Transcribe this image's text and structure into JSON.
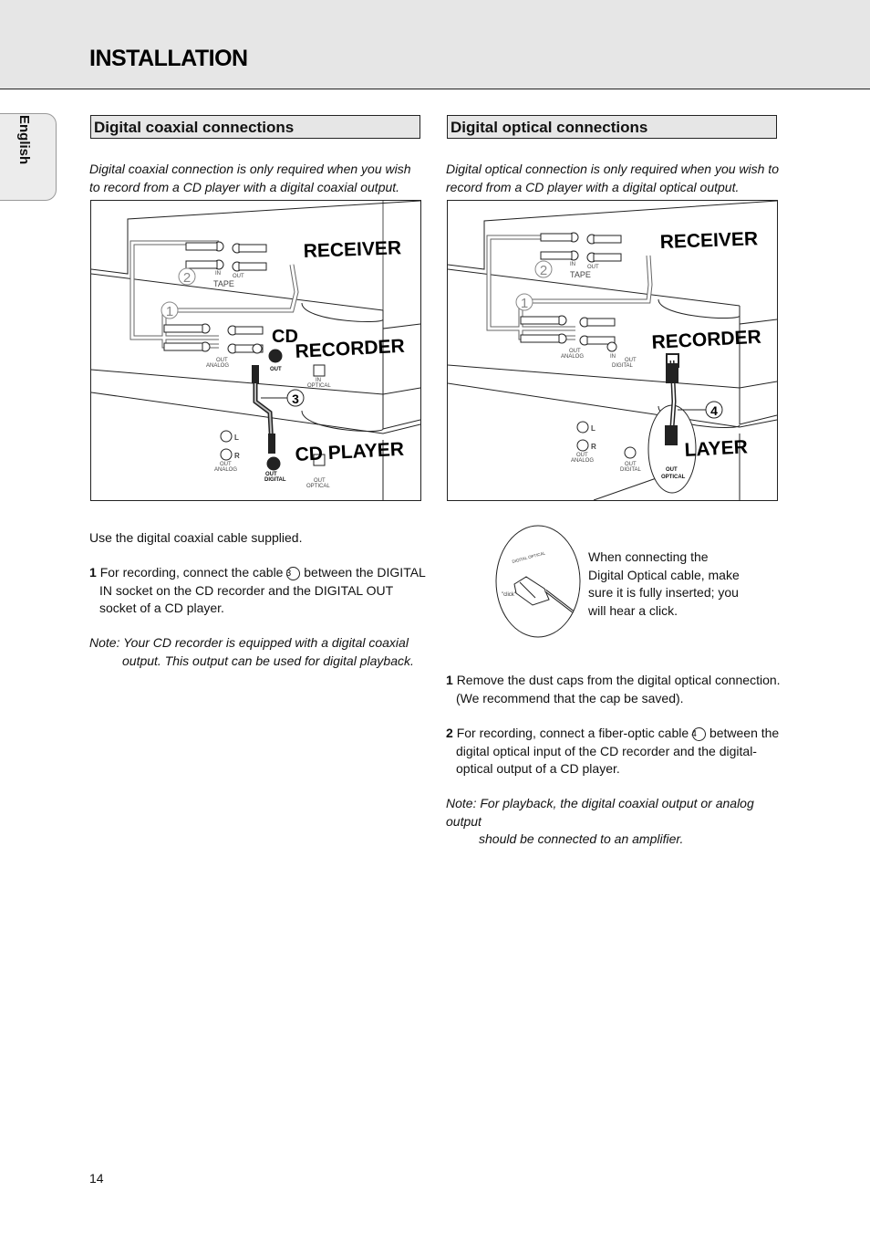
{
  "page": {
    "title": "INSTALLATION",
    "language_tab": "English",
    "page_number": "14"
  },
  "coaxial": {
    "heading": "Digital coaxial connections",
    "intro": "Digital coaxial connection is only required when you wish to record from a CD player with a digital coaxial output.",
    "figure": {
      "receiver": "RECEIVER",
      "cd_recorder": "RECORDER",
      "cd_prefix": "CD",
      "cd_player": "CD PLAYER",
      "tape": "TAPE",
      "in": "IN",
      "out": "OUT",
      "analog": "ANALOG",
      "digital": "DIGITAL",
      "optical": "OPTICAL",
      "L": "L",
      "R": "R",
      "callout1": "1",
      "callout2": "2",
      "callout3": "3"
    },
    "cable_note": "Use the digital coaxial cable supplied.",
    "step1_num": "1",
    "step1_a": "For recording, connect the cable",
    "step1_ref": "3",
    "step1_b": "between the DIGITAL IN socket on the CD recorder and the DIGITAL OUT socket of a CD player.",
    "note_line1": "Note: Your CD recorder is equipped with a digital coaxial",
    "note_line2": "output. This output can be used for digital playback."
  },
  "optical": {
    "heading": "Digital optical connections",
    "intro": "Digital optical connection is only required when you wish to record from a CD player with a digital optical output.",
    "figure": {
      "receiver": "RECEIVER",
      "cd_recorder": "RECORDER",
      "cd_player": "LAYER",
      "tape": "TAPE",
      "in": "IN",
      "out": "OUT",
      "analog": "ANALOG",
      "digital": "DIGITAL",
      "optical": "OPTICAL",
      "L": "L",
      "R": "R",
      "callout1": "1",
      "callout2": "2",
      "callout4": "4"
    },
    "detail": {
      "click": "\"click\"",
      "plug_label": "DIGITAL OPTICAL"
    },
    "insert_note": "When connecting the Digital Optical cable, make sure it is fully inserted; you will hear a click.",
    "step1_num": "1",
    "step1": "Remove the dust caps from the digital optical connection. (We recommend that the cap be saved).",
    "step2_num": "2",
    "step2_a": "For recording, connect a fiber-optic cable",
    "step2_ref": "4",
    "step2_b": "between the digital optical input of the CD recorder and the digital-optical output of a CD player.",
    "note_line1": "Note: For playback, the digital coaxial output or analog output",
    "note_line2": "should be connected to an amplifier."
  }
}
